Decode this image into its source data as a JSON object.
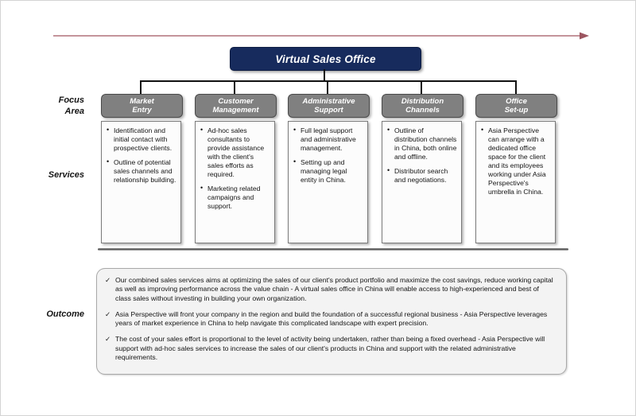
{
  "diagram": {
    "title": "Virtual Sales Office",
    "top_arrow": {
      "icon": "right-arrow-line",
      "color": "#b0707a"
    },
    "colors": {
      "title_box": "#172b5d",
      "focus_box": "#808080",
      "service_box": "#fcfcfc",
      "outcome_box": "#f3f3f3",
      "arrow": "#b0707a"
    },
    "row_labels": {
      "focus_line1": "Focus",
      "focus_line2": "Area",
      "services": "Services",
      "outcome": "Outcome"
    },
    "focus_areas": [
      {
        "line1": "Market",
        "line2": "Entry"
      },
      {
        "line1": "Customer",
        "line2": "Management"
      },
      {
        "line1": "Administrative",
        "line2": "Support"
      },
      {
        "line1": "Distribution",
        "line2": "Channels"
      },
      {
        "line1": "Office",
        "line2": "Set-up"
      }
    ],
    "services": [
      {
        "bullets": [
          "Identification and initial contact with prospective clients.",
          "Outline of potential sales channels and relationship building."
        ]
      },
      {
        "bullets": [
          "Ad-hoc sales consultants to provide assistance with the client's sales efforts as required.",
          "Marketing related campaigns and support."
        ]
      },
      {
        "bullets": [
          "Full legal support and administrative management.",
          "Setting up and managing legal entity in China."
        ]
      },
      {
        "bullets": [
          "Outline of distribution channels in China, both online and offline.",
          "Distributor search and negotiations."
        ]
      },
      {
        "bullets": [
          "Asia Perspective can arrange with a dedicated office space for the client and its employees working under Asia Perspective's umbrella in China."
        ]
      }
    ],
    "outcome": {
      "bullets": [
        "Our combined sales services aims at optimizing the sales of our client's product portfolio and maximize the cost savings, reduce working capital as well as improving performance across the value chain - A virtual sales office in China will enable access to high-experienced and best of class sales without investing in building your own organization.",
        "Asia Perspective will front your company in the region and build the foundation of a successful regional business - Asia Perspective leverages years of market experience in China to help navigate this complicated landscape with expert precision.",
        "The cost of your sales effort is proportional to the level of activity being undertaken, rather than being a fixed overhead - Asia Perspective will support with ad-hoc sales services to increase the sales of our client's products in China and support with the related administrative requirements."
      ]
    }
  }
}
